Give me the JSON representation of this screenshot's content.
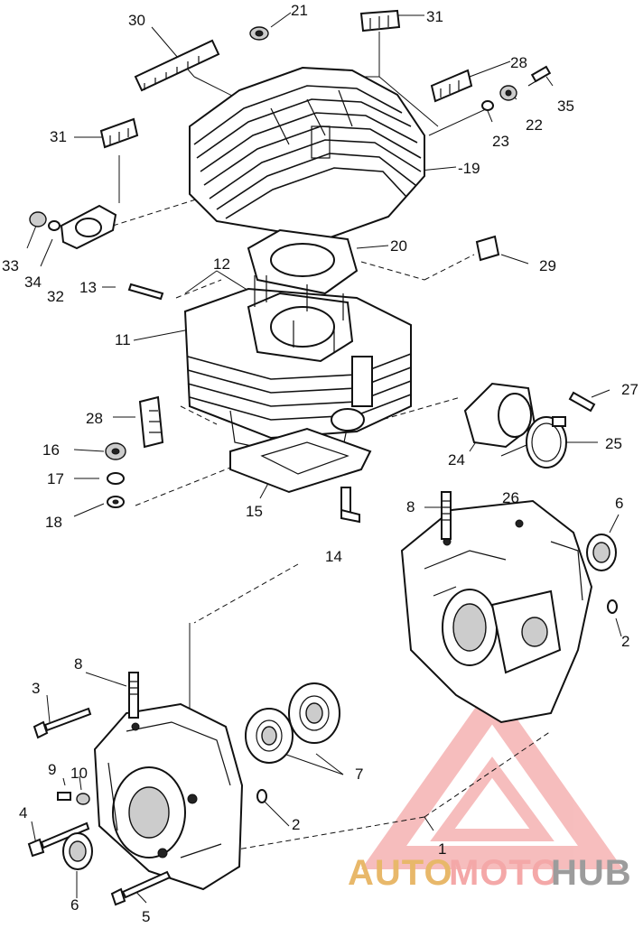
{
  "labels": {
    "l30": "30",
    "l21": "21",
    "l31a": "31",
    "l28a": "28",
    "l35": "35",
    "l22": "22",
    "l23": "23",
    "l19": "-19",
    "l31b": "31",
    "l33": "33",
    "l34": "34",
    "l32": "32",
    "l20": "20",
    "l29": "29",
    "l12": "12",
    "l13": "13",
    "l11": "11",
    "l27": "27",
    "l28b": "28",
    "l16": "16",
    "l17": "17",
    "l18": "18",
    "l24": "24",
    "l25": "25",
    "l15": "15",
    "l14": "14",
    "l8a": "8",
    "l26": "26",
    "l6a": "6",
    "l2a": "2",
    "l3": "3",
    "l8b": "8",
    "l9": "9",
    "l10": "10",
    "l7": "7",
    "l4": "4",
    "l2b": "2",
    "l1": "1",
    "l6b": "6",
    "l5": "5"
  },
  "watermark": {
    "part1": "AUTO",
    "part2": "MOTO",
    "part3": "HUB",
    "color_primary": "#f4a8a8",
    "color_secondary": "#e8b86a",
    "color_tertiary": "#9c9c9c"
  }
}
